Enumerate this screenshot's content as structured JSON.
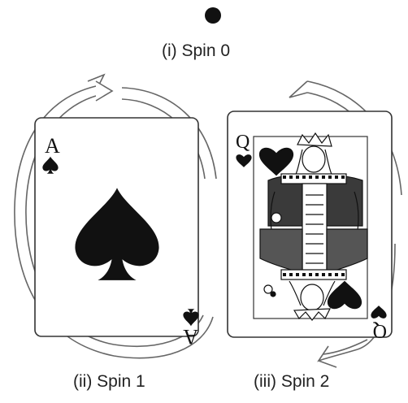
{
  "labels": {
    "spin0": "(i) Spin 0",
    "spin1": "(ii) Spin 1",
    "spin2": "(iii) Spin 2"
  },
  "cards": {
    "ace": {
      "rank": "A",
      "suit": "spade"
    },
    "queen": {
      "rank": "Q",
      "suit": "heart"
    }
  },
  "colors": {
    "ink": "#111111",
    "arrow": "#555555",
    "card_border": "#333333",
    "background": "#ffffff"
  }
}
